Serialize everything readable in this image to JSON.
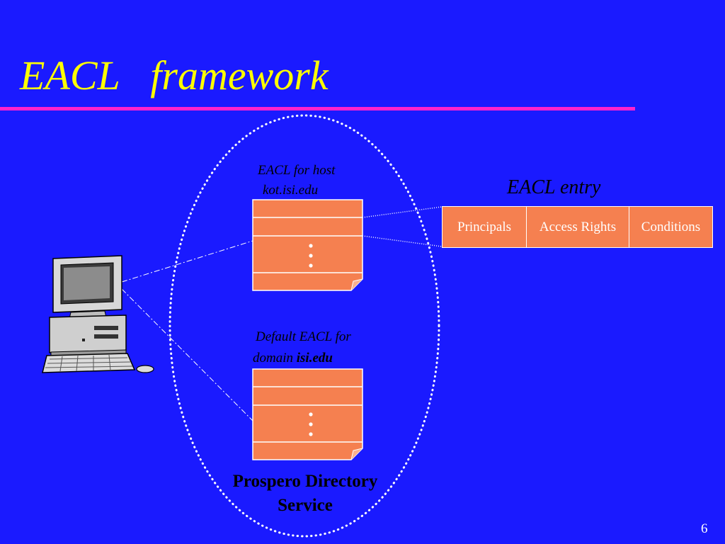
{
  "slide": {
    "title": "EACL   framework",
    "number": "6"
  },
  "host_eacl": {
    "label_line1": "EACL for host",
    "label_line2": "kot.isi.edu"
  },
  "default_eacl": {
    "label_line1": "Default  EACL for",
    "label_line2_prefix": "domain",
    "label_line2_domain": "isi.edu"
  },
  "eacl_entry": {
    "title": "EACL entry",
    "columns": [
      "Principals",
      "Access Rights",
      "Conditions"
    ]
  },
  "service": {
    "line1": "Prospero Directory",
    "line2": "Service"
  },
  "colors": {
    "background": "#1a1aff",
    "title": "#ffff00",
    "rule": "#ff22cc",
    "box_fill": "#f58050",
    "box_border": "#ffffff",
    "text_dark": "#000000",
    "text_light": "#ffffff"
  },
  "icons": {
    "computer": "desktop-computer-icon",
    "ellipsis": "vertical-ellipsis-icon"
  }
}
